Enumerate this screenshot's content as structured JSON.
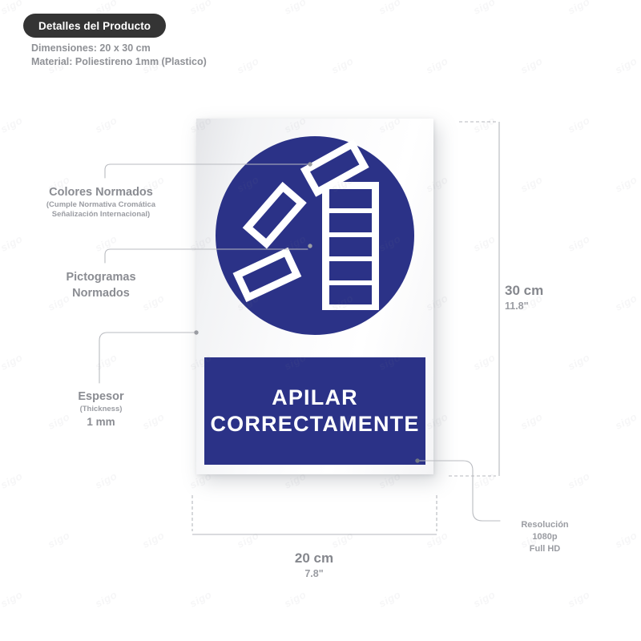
{
  "header": {
    "badge_label": "Detalles del Producto",
    "details": [
      "Dimensiones: 20 x 30 cm",
      "Material: Poliestireno 1mm (Plastico)"
    ]
  },
  "sign": {
    "banner_lines": [
      "APILAR",
      "CORRECTAMENTE"
    ],
    "pictogram_name": "stack-boxes-correctly-pictogram",
    "colors": {
      "blue": "#2b3287",
      "white": "#ffffff",
      "face": "#f7f8f9"
    }
  },
  "annotations": {
    "colores": {
      "title": "Colores Normados",
      "sub1": "(Cumple Normativa Cromática",
      "sub2": "Señalización Internacional)"
    },
    "pictogramas": {
      "line1": "Pictogramas",
      "line2": "Normados"
    },
    "espesor": {
      "title": "Espesor",
      "sub": "(Thickness)",
      "value": "1 mm"
    },
    "resolucion": {
      "line1": "Resolución",
      "line2": "1080p",
      "line3": "Full HD"
    }
  },
  "dimensions": {
    "height": {
      "metric": "30 cm",
      "imperial": "11.8\""
    },
    "width": {
      "metric": "20 cm",
      "imperial": "7.8\""
    }
  },
  "watermark": {
    "text": "sigo"
  }
}
